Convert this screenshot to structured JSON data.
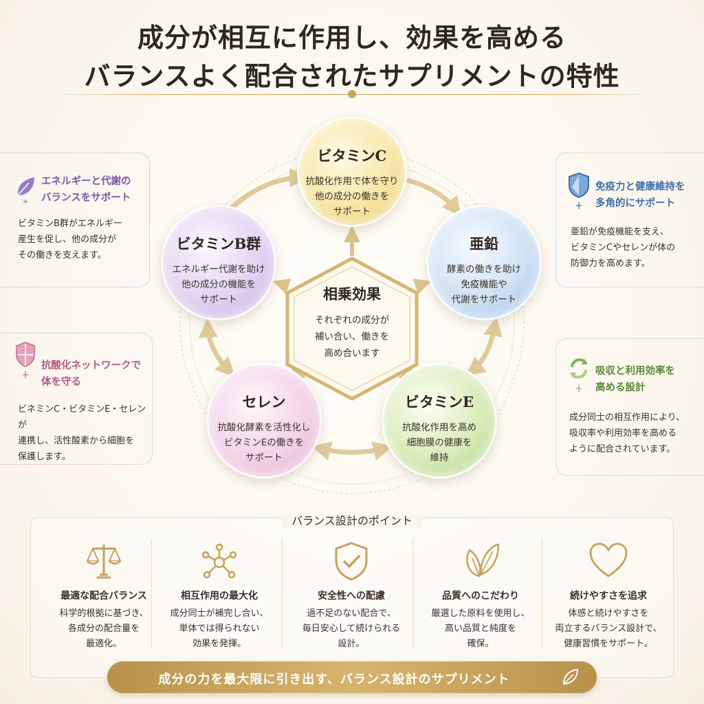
{
  "title": {
    "line1": "成分が相互に作用し、効果を高める",
    "line2": "バランスよく配合されたサプリメントの特性"
  },
  "colors": {
    "gold": "#c9a45a",
    "vitamin_c": "#e9c96a",
    "zinc": "#98bde3",
    "vitamin_e": "#a9cf7c",
    "selenium": "#e2a7c9",
    "vitamin_b": "#c1a8e2"
  },
  "center": {
    "title": "相乗効果",
    "desc": "それぞれの成分が\n補い合い、働きを\n高め合います"
  },
  "nodes": {
    "vitamin_c": {
      "name": "ビタミンC",
      "desc": "抗酸化作用で体を守り\n他の成分の働きを\nサポート"
    },
    "zinc": {
      "name": "亜鉛",
      "desc": "酵素の働きを助け\n免疫機能や\n代謝をサポート"
    },
    "vitamin_e": {
      "name": "ビタミンE",
      "desc": "抗酸化作用を高め\n細胞膜の健康を\n維持"
    },
    "selenium": {
      "name": "セレン",
      "desc": "抗酸化酵素を活性化し\nビタミンEの働きを\nサポート"
    },
    "vitamin_b": {
      "name": "ビタミンB群",
      "desc": "エネルギー代謝を助け\n他の成分の機能を\nサポート"
    }
  },
  "side": {
    "energy": {
      "icon": "leaf-icon",
      "head": "エネルギーと代謝の\nバランスをサポート",
      "body": "ビタミンB群がエネルギー\n産生を促し、他の成分が\nその働きを支えます。"
    },
    "antioxidant": {
      "icon": "shield-icon",
      "head": "抗酸化ネットワークで\n体を守る",
      "body": "ビネミンC・ビタミンE・セレンが\n連携し、活性酸素から細胞を\n保護します。"
    },
    "immune": {
      "icon": "shield-icon",
      "head": "免疫力と健康維持を\n多角的にサポート",
      "body": "亜鉛が免疫機能を支え、\nビタミンCやセレンが体の\n防御力を高めます。"
    },
    "absorption": {
      "icon": "cycle-arrows-icon",
      "head": "吸収と利用効率を\n高める設計",
      "body": "成分同士の相互作用により、\n吸収率や利用効率を高める\nように配合されています。"
    }
  },
  "points": {
    "title": "バランス設計のポイント",
    "items": [
      {
        "icon": "scale-icon",
        "head": "最適な配合バランス",
        "body": "科学的根拠に基づき、\n各成分の配合量を\n最適化。"
      },
      {
        "icon": "molecule-icon",
        "head": "相互作用の最大化",
        "body": "成分同士が補完し合い、\n単体では得られない\n効果を発揮。"
      },
      {
        "icon": "shield-check-icon",
        "head": "安全性への配慮",
        "body": "過不足のない配合で、\n毎日安心して続けられる\n設計。"
      },
      {
        "icon": "leaves-icon",
        "head": "品質へのこだわり",
        "body": "厳選した原料を使用し、\n高い品質と純度を\n確保。"
      },
      {
        "icon": "heart-icon",
        "head": "続けやすさを追求",
        "body": "体感と続けやすさを\n両立するバランス設計で、\n健康習慣をサポート。"
      }
    ]
  },
  "banner": {
    "text": "成分の力を最大限に引き出す、バランス設計のサプリメント",
    "icon": "leaf-icon"
  }
}
